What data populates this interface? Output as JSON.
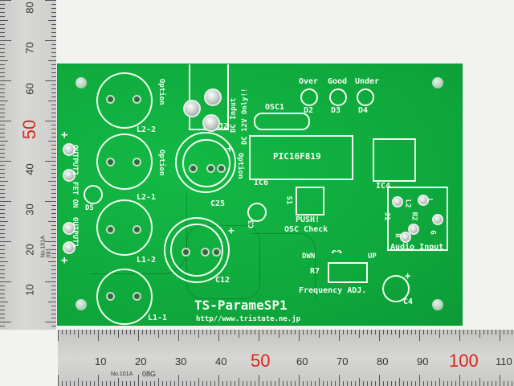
{
  "scene": {
    "description": "Green PCB photographed against metal rulers",
    "colors": {
      "board": "#0fae3e",
      "silkscreen": "#f4fff4",
      "ruler": "#d0d0ce",
      "ruler_red": "#d9261c"
    }
  },
  "ruler_vertical": {
    "labels": [
      "80",
      "70",
      "60",
      "50",
      "40",
      "30",
      "20",
      "10"
    ],
    "red_label": "50",
    "maker_text": "No.101A 091"
  },
  "ruler_horizontal": {
    "labels": [
      "10",
      "20",
      "30",
      "40",
      "50",
      "60",
      "70",
      "80",
      "90",
      "100",
      "110"
    ],
    "red_labels": [
      "50",
      "100"
    ],
    "maker_text": "No.101A",
    "code_text": "08G"
  },
  "board": {
    "title": "TS-ParameSP1",
    "url": "http//www.tristate.ne.jp",
    "components": {
      "l2_2": "L2-2",
      "l2_1": "L2-1",
      "l1_2": "L1-2",
      "l1_1": "L1-1",
      "option": "Option",
      "c25": "C25",
      "c12": "C12",
      "c3": "C3",
      "c4": "C4",
      "j2": "J2",
      "dc_input": "DC Input",
      "dc_12v": "DC 12V Only!!",
      "osc1": "OSC1",
      "ic6": "IC6",
      "pic": "PIC16F819",
      "ic4": "IC4",
      "s1": "S1",
      "push": "PUSH!",
      "osc_check": "OSC Check",
      "d2": "D2",
      "d3": "D3",
      "d4": "D4",
      "over": "Over",
      "good": "Good",
      "under": "Under",
      "j1": "J1",
      "l": "L",
      "l2": "L2",
      "r2": "R2",
      "g": "G",
      "r": "R",
      "audio_input": "Audio Input",
      "dwn": "DWN",
      "up": "UP",
      "r7": "R7",
      "freq_adj": "Frequency ADJ.",
      "output1": "OUTPUT1",
      "output2": "OUTPUT2",
      "fet_on": "FET ON",
      "d5": "D5",
      "plus": "+",
      "minus": "-"
    }
  }
}
